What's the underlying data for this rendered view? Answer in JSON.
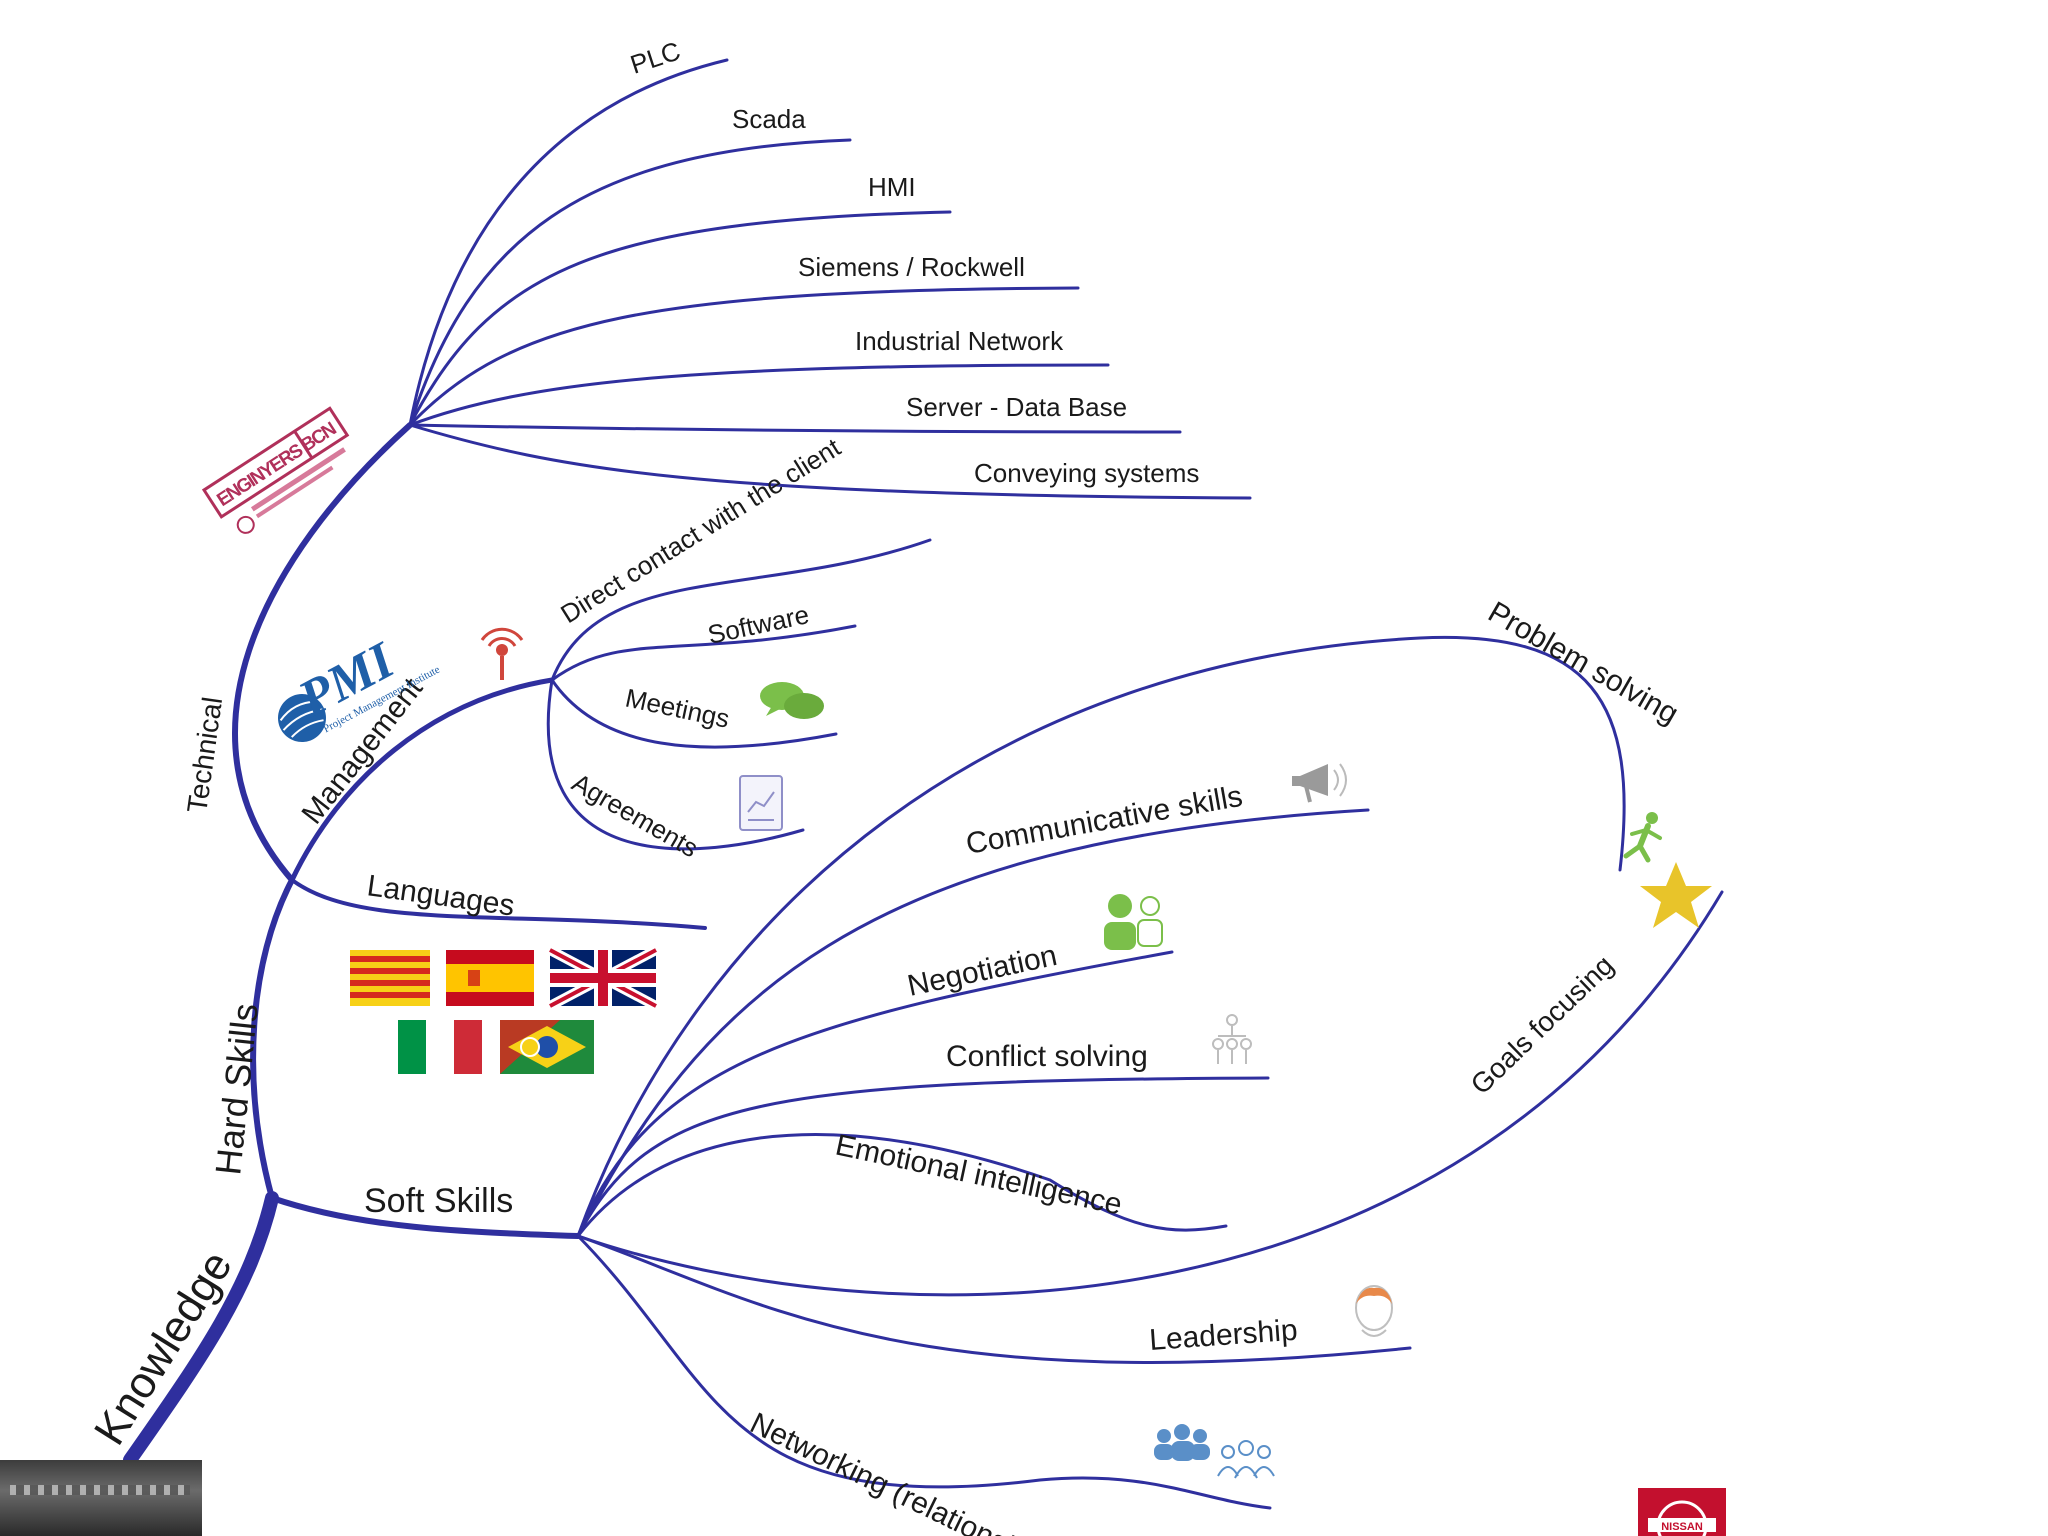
{
  "root": "Knowledge",
  "branches": {
    "hard_skills": "Hard Skills",
    "soft_skills": "Soft Skills",
    "technical": "Technical",
    "management": "Management",
    "languages": "Languages"
  },
  "technical_items": [
    "PLC",
    "Scada",
    "HMI",
    "Siemens / Rockwell",
    "Industrial Network",
    "Server - Data Base",
    "Conveying systems"
  ],
  "management_items": [
    "Direct contact with the client",
    "Software",
    "Meetings",
    "Agreements"
  ],
  "soft_items": [
    "Problem solving",
    "Goals focusing",
    "Communicative skills",
    "Negotiation",
    "Conflict solving",
    "Emotional intelligence",
    "Leadership",
    "Networking (relationships)"
  ],
  "logos": {
    "enginyers": "ENGINYERS BCN",
    "pmi": "PMI",
    "pmi_sub": "Project Management Institute",
    "nissan": "NISSAN"
  },
  "colors": {
    "branch": "#2f2f9e",
    "logo_red": "#b0305a",
    "pmi_blue": "#1f5fa8",
    "icon_green": "#7bbf4a",
    "icon_blue": "#5a8fc8"
  }
}
